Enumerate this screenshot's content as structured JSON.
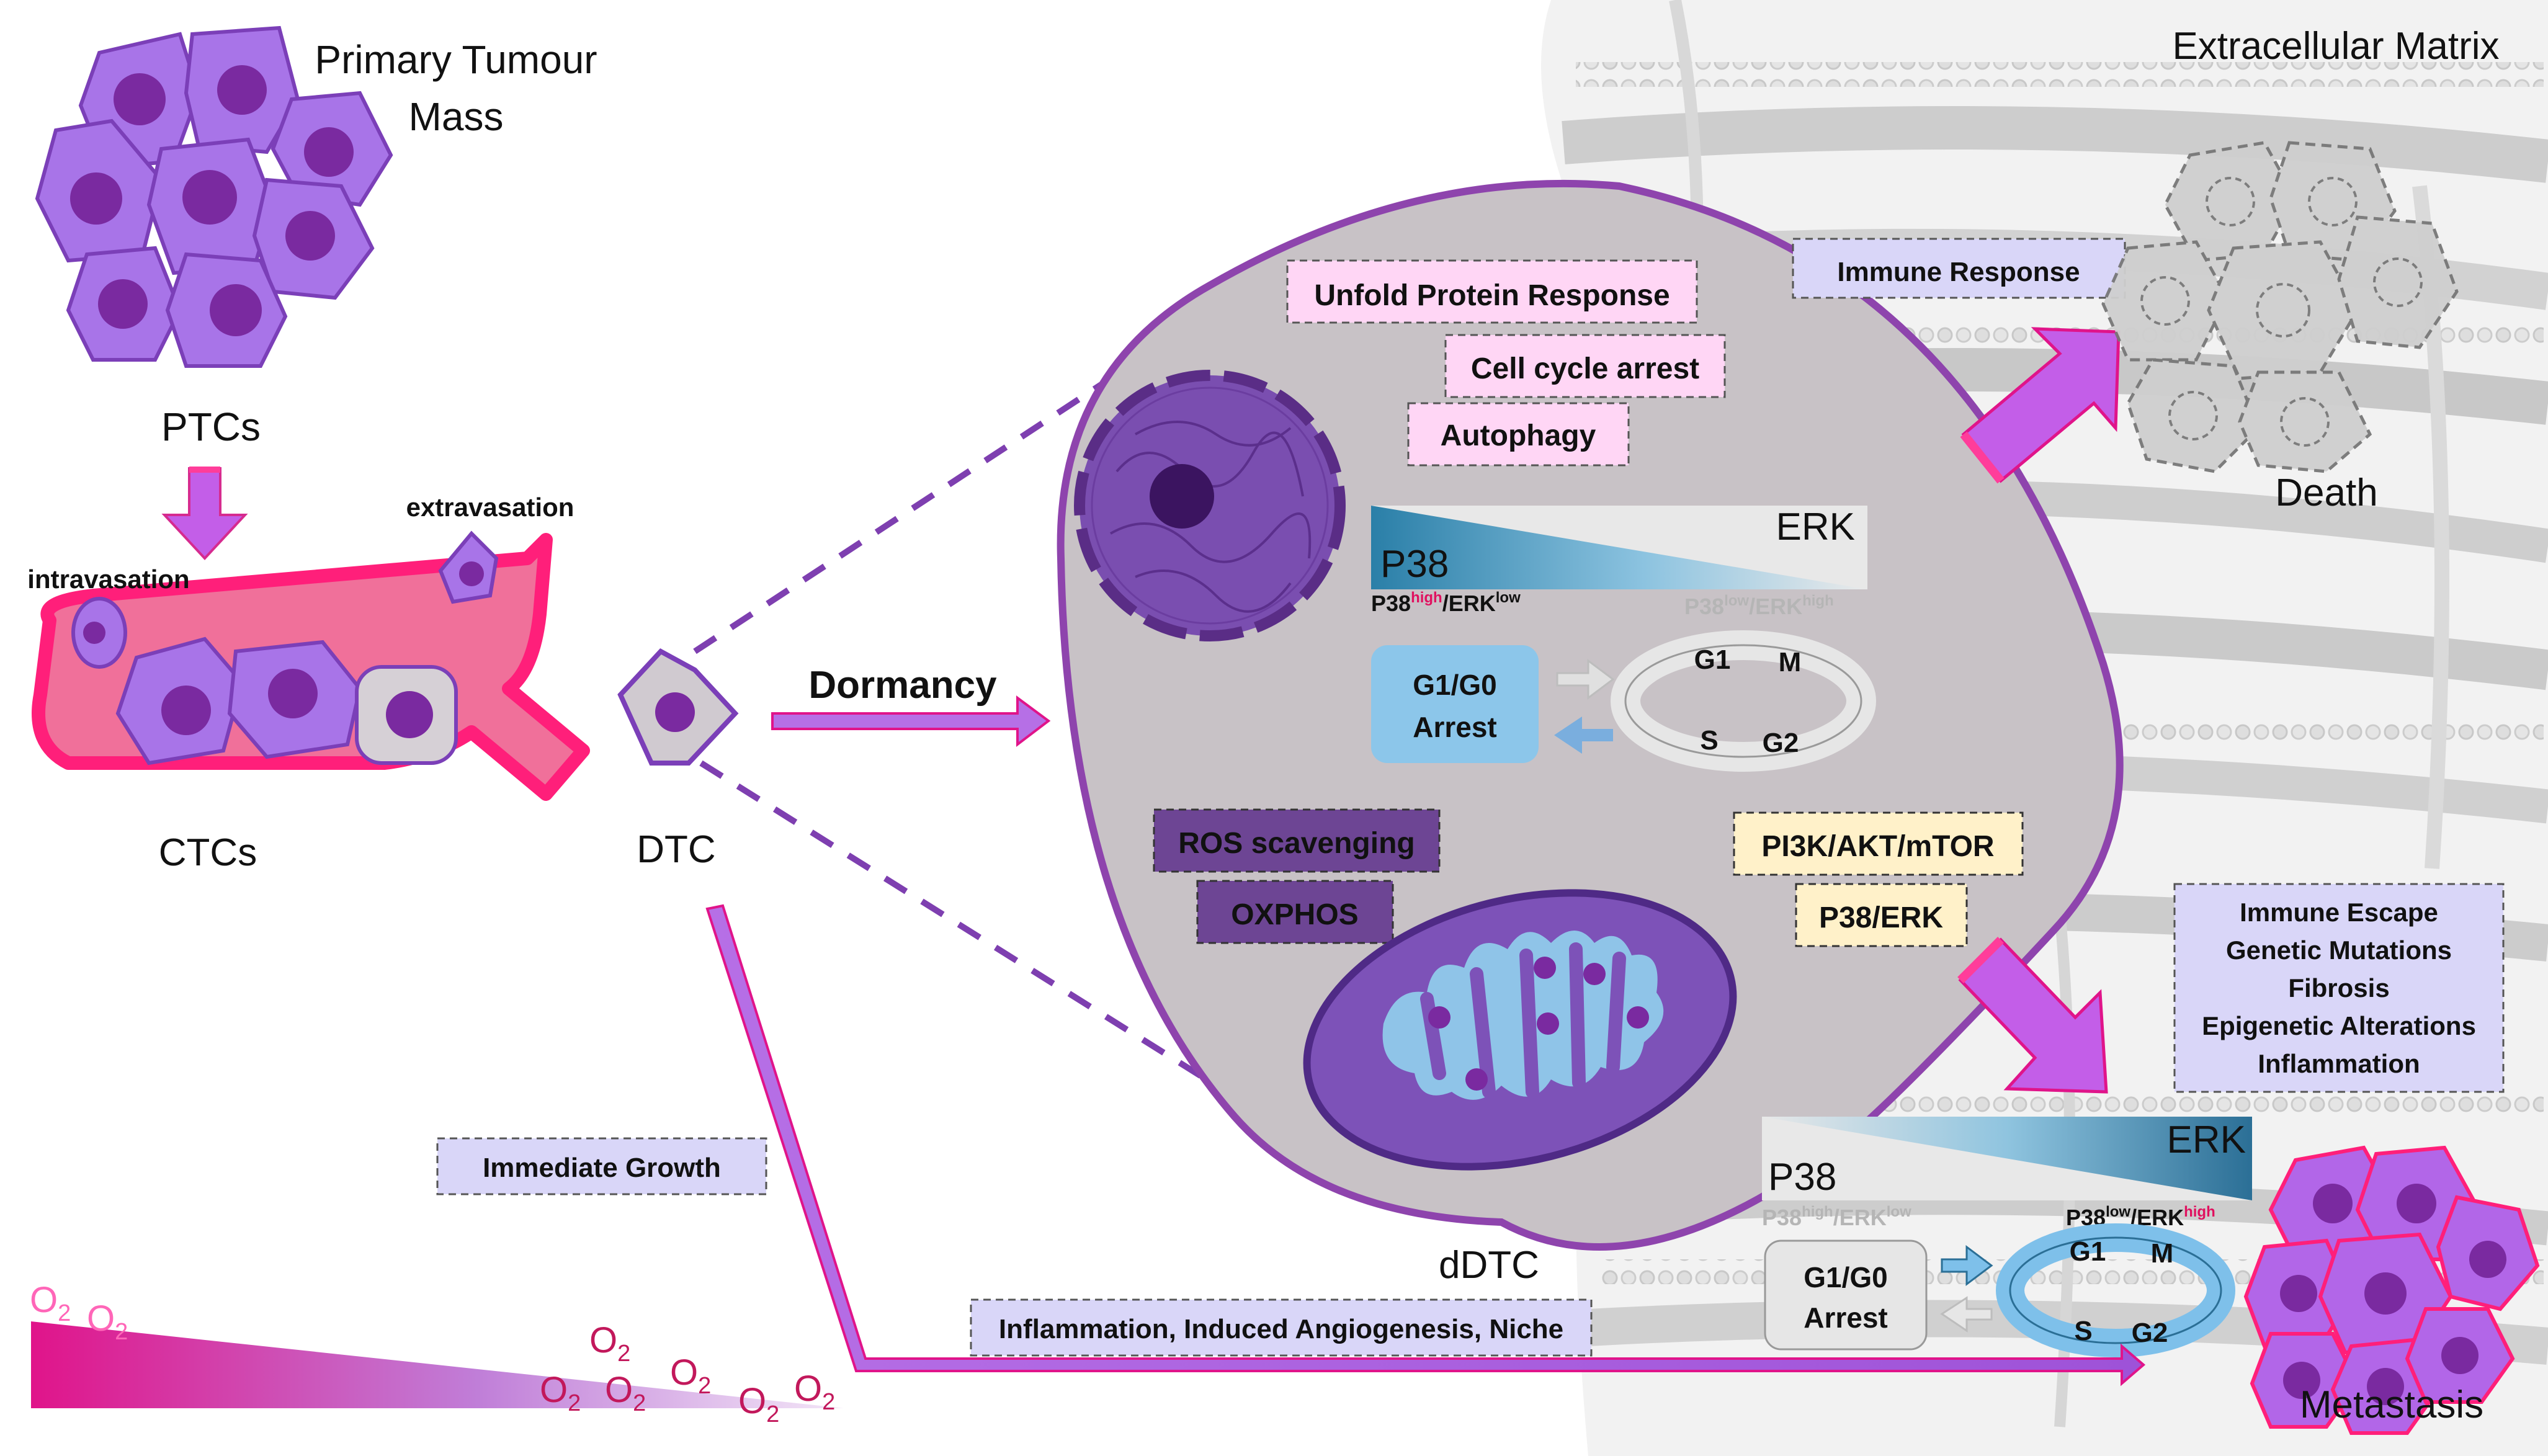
{
  "labels": {
    "primary_tumour_line1": "Primary Tumour",
    "primary_tumour_line2": "Mass",
    "ptcs": "PTCs",
    "intravasation": "intravasation",
    "extravasation": "extravasation",
    "ctcs": "CTCs",
    "dtc": "DTC",
    "dormancy": "Dormancy",
    "ddtc": "dDTC",
    "extracellular_matrix": "Extracellular Matrix",
    "death": "Death",
    "metastasis": "Metastasis",
    "immediate_growth": "Immediate Growth",
    "inflammation_niche": "Inflammation, Induced Angiogenesis, Niche",
    "immune_response": "Immune Response"
  },
  "ddtc_boxes": {
    "unfold_protein": "Unfold Protein Response",
    "cell_cycle_arrest": "Cell cycle arrest",
    "autophagy": "Autophagy",
    "ros": "ROS scavenging",
    "oxphos": "OXPHOS",
    "pi3k": "PI3K/AKT/mTOR",
    "p38erk": "P38/ERK"
  },
  "metastasis_factors": [
    "Immune Escape",
    "Genetic Mutations",
    "Fibrosis",
    "Epigenetic Alterations",
    "Inflammation"
  ],
  "signaling_dormant": {
    "erk": "ERK",
    "p38": "P38",
    "active_p38": "P38",
    "active_p38_sup": "high",
    "active_sep": "/ERK",
    "active_erk_sup": "low",
    "faded_p38": "P38",
    "faded_p38_sup": "low",
    "faded_sep": "/ERK",
    "faded_erk_sup": "high"
  },
  "signaling_metastasis": {
    "erk": "ERK",
    "p38": "P38",
    "faded_p38": "P38",
    "faded_p38_sup": "high",
    "faded_sep": "/ERK",
    "faded_erk_sup": "low",
    "active_p38": "P38",
    "active_p38_sup": "low",
    "active_sep": "/ERK",
    "active_erk_sup": "high"
  },
  "cell_cycle": {
    "arrest_line1": "G1/G0",
    "arrest_line2": "Arrest",
    "g1": "G1",
    "m": "M",
    "s": "S",
    "g2": "G2"
  },
  "oxygen": {
    "symbol": "O",
    "subscript": "2"
  },
  "colors": {
    "cell_purple": "#9b59e0",
    "nucleus": "#7a2aa0",
    "vessel_pink": "#f06292",
    "vessel_border": "#ff1f7a",
    "ddtc_fill": "#c8c2c6",
    "ddtc_border": "#8e44ad",
    "arrow_magenta": "#d946ef",
    "pink_box": "#ffd6f5",
    "dark_purple_box": "#6d4594",
    "yellow_box": "#fff1c9",
    "lavender_box": "#d9d6f8",
    "oxygen_text": "#c2185b",
    "highlight_red": "#e0115f"
  }
}
